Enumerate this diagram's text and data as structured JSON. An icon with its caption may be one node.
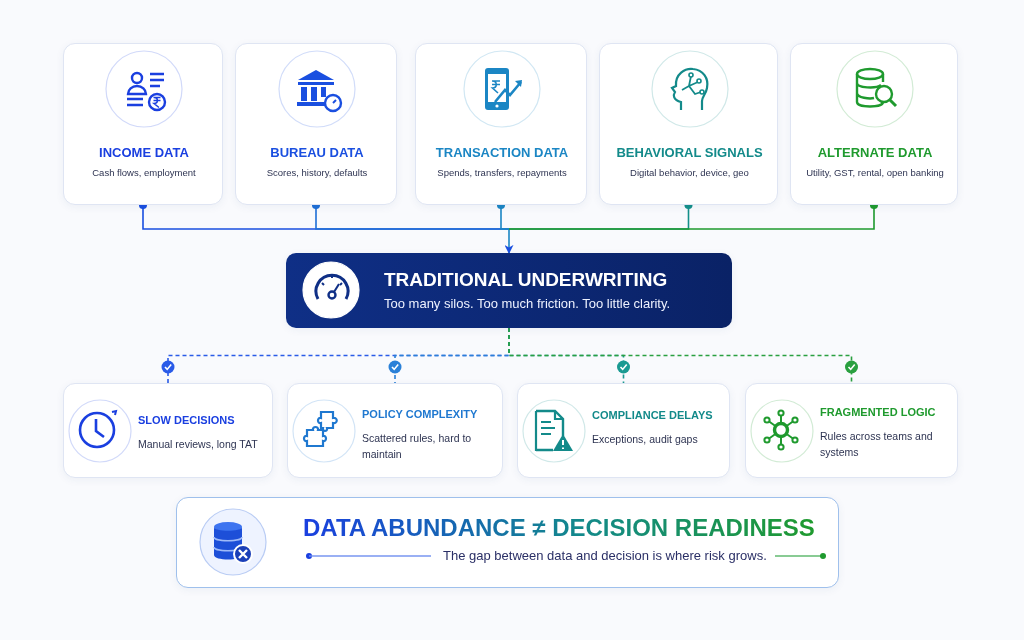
{
  "diagram": {
    "nodes": [
      {
        "text": [
          "INCOME DATA",
          "Cash flows, employment"
        ]
      },
      {
        "text": [
          "BUREAU DATA",
          "Scores, history, defaults"
        ]
      },
      {
        "text": [
          "TRANSACTION DATA",
          "Spends, transfers, repayments"
        ]
      },
      {
        "text": [
          "BEHAVIORAL SIGNALS",
          "Digital behavior, device, geo"
        ]
      },
      {
        "text": [
          "ALTERNATE DATA",
          "Utility, GST, rental, open banking"
        ]
      },
      {
        "text": [
          "TRADITIONAL UNDERWRITING",
          "Too many silos. Too much friction. Too little clarity."
        ]
      },
      {
        "text": [
          "SLOW DECISIONS",
          "Manual reviews, long TAT"
        ]
      },
      {
        "text": [
          "POLICY COMPLEXITY",
          "Scattered rules, hard to maintain"
        ]
      },
      {
        "text": [
          "COMPLIANCE DELAYS",
          "Exceptions, audit gaps"
        ]
      },
      {
        "text": [
          "FRAGMENTED LOGIC",
          "Rules across teams and systems"
        ]
      },
      {
        "text": [
          "DATA ABUNDANCE ≠ DECISION READINESS",
          "The gap between data and decision is where risk grows."
        ]
      }
    ],
    "edges": [
      {
        "from": 0,
        "to": 5,
        "arrow": "to",
        "color": "#1a4fe0"
      },
      {
        "from": 1,
        "to": 5,
        "arrow": "to",
        "color": "#1f6fd6"
      },
      {
        "from": 2,
        "to": 5,
        "arrow": "to",
        "color": "#1b86c4"
      },
      {
        "from": 3,
        "to": 5,
        "arrow": "to",
        "color": "#14908a"
      },
      {
        "from": 4,
        "to": 5,
        "arrow": "to",
        "color": "#1f9a2e"
      },
      {
        "from": 5,
        "to": 6,
        "arrow": "none",
        "style": "dashed",
        "color": "#2a5be8"
      },
      {
        "from": 5,
        "to": 7,
        "arrow": "none",
        "style": "dashed",
        "color": "#2a80d8"
      },
      {
        "from": 5,
        "to": 8,
        "arrow": "none",
        "style": "dashed",
        "color": "#1a9a92"
      },
      {
        "from": 5,
        "to": 9,
        "arrow": "none",
        "style": "dashed",
        "color": "#2aa040"
      }
    ]
  }
}
